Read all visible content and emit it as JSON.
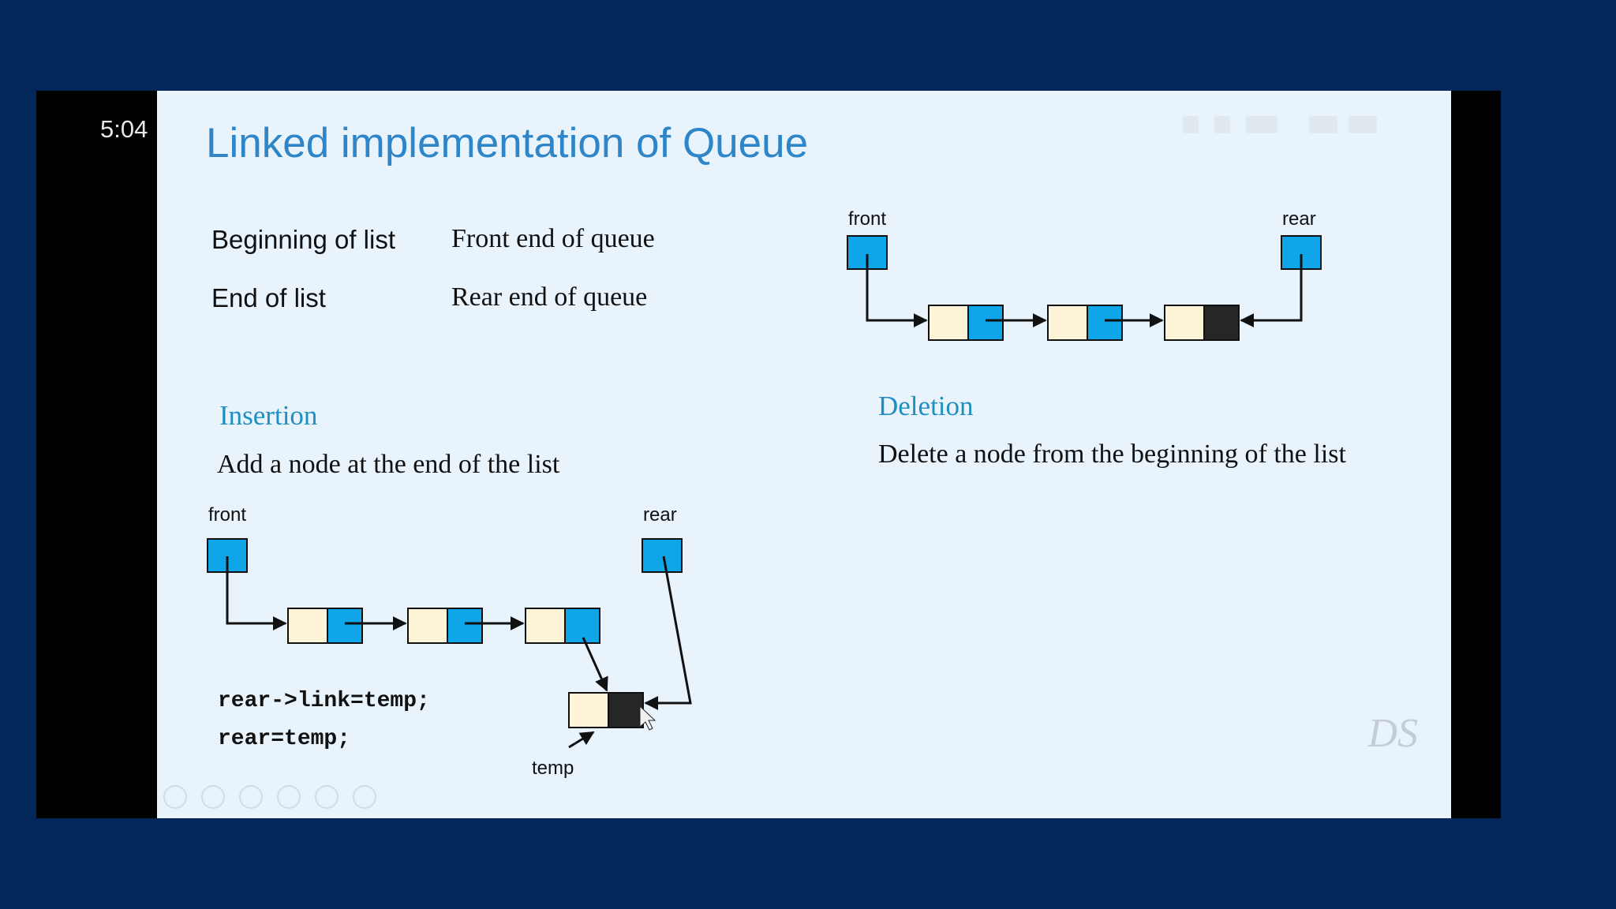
{
  "status_bar": {
    "time": "5:04"
  },
  "slide": {
    "title": "Linked implementation of Queue",
    "mapping": [
      {
        "left": "Beginning of list",
        "right": "Front end of queue"
      },
      {
        "left": "End of list",
        "right": "Rear end of queue"
      }
    ],
    "insertion": {
      "heading": "Insertion",
      "description": "Add a node at the end of the list",
      "code": [
        "rear->link=temp;",
        "rear=temp;"
      ]
    },
    "deletion": {
      "heading": "Deletion",
      "description": "Delete a node from the beginning of the list"
    },
    "diagram_labels": {
      "front": "front",
      "rear": "rear",
      "temp": "temp"
    },
    "watermark": "DS"
  },
  "colors": {
    "pointer_blue": "#0ea5e9",
    "node_cream": "#fdf3d6",
    "node_null": "#262626",
    "title_blue": "#2e86c9",
    "slide_bg": "#e8f3fc",
    "outer_bg": "#03275a"
  }
}
